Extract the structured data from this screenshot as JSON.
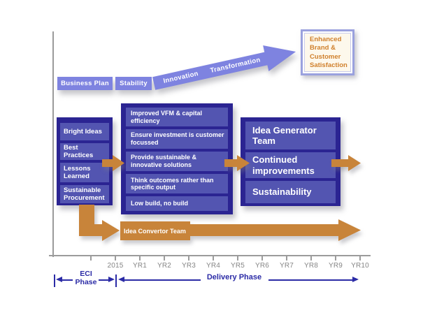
{
  "colors": {
    "navy": "#2b2492",
    "panel_blue": "#5355b1",
    "periwinkle": "#7e83e0",
    "orange": "#c8843a",
    "outcome_bg": "#fdf8ec",
    "outcome_text": "#d0802c",
    "phase_blue": "#2b2ba6",
    "axis_gray": "#9b9b9b",
    "tick_text": "#858585"
  },
  "top_arrow": {
    "segment1": "Business Plan",
    "segment2": "Stability",
    "slope1": "Innovation",
    "slope2": "Transformation"
  },
  "outcome_box": {
    "text": "Enhanced\nBrand &\nCustomer\nSatisfaction"
  },
  "left_column": {
    "items": [
      "Bright Ideas",
      "Best Practices",
      "Lessons Learned",
      "Sustainable Procurement"
    ]
  },
  "middle_column": {
    "items": [
      "Improved VFM & capital efficiency",
      "Ensure investment is customer focussed",
      "Provide sustainable & innovative solutions",
      "Think outcomes rather than specific output",
      "Low build, no build"
    ]
  },
  "right_column": {
    "items": [
      "Idea Generator Team",
      "Continued improvements",
      "Sustainability"
    ]
  },
  "convertor_arrow": {
    "label": "Idea Convertor Team"
  },
  "timeline": {
    "labels": [
      "2015",
      "YR1",
      "YR2",
      "YR3",
      "YR4",
      "YR5",
      "YR6",
      "YR7",
      "YR8",
      "YR9",
      "YR10"
    ]
  },
  "phases": {
    "eci": "ECI\nPhase",
    "delivery": "Delivery Phase"
  }
}
